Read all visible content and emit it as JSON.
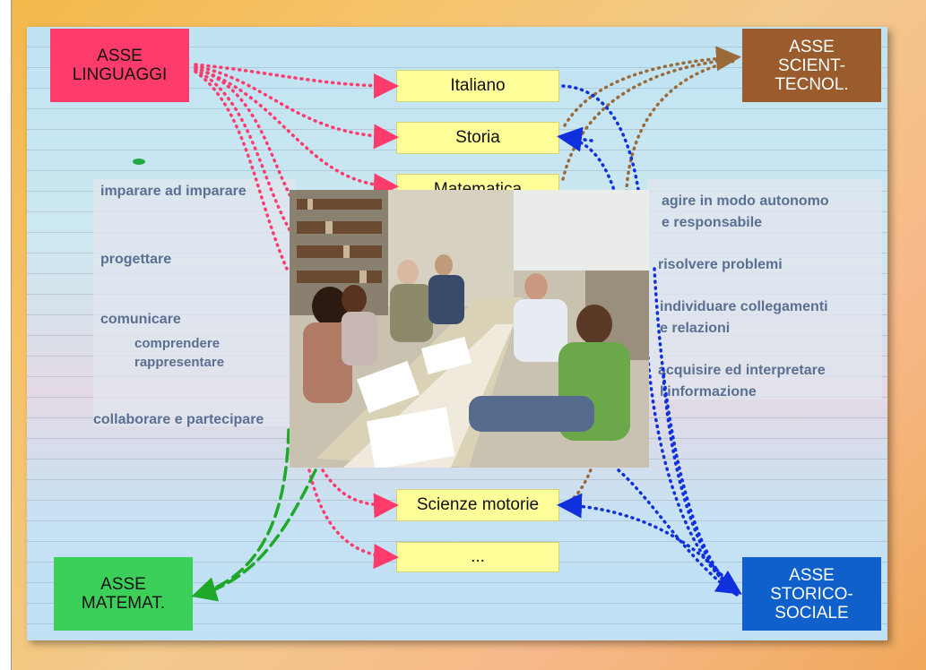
{
  "axes": {
    "linguaggi": {
      "label": "ASSE\nLINGUAGGI",
      "color": "#ff3b6b"
    },
    "scientifico": {
      "label": "ASSE\nSCIENT-\nTECNOL.",
      "color": "#9a5c2c"
    },
    "matematico": {
      "label": "ASSE\nMATEMAT.",
      "color": "#3ccf5a"
    },
    "storico": {
      "label": "ASSE\nSTORICO-\nSOCIALE",
      "color": "#1060cc"
    }
  },
  "subjects": [
    "Italiano",
    "Storia",
    "Matematica",
    "Scienze motorie",
    "..."
  ],
  "competences_left": {
    "c1": "imparare ad imparare",
    "c2": "progettare",
    "c3": "comunicare",
    "c3a": "comprendere",
    "c3b": "rappresentare",
    "c4": "collaborare e partecipare"
  },
  "competences_right": {
    "c1a": "agire in modo autonomo",
    "c1b": "e responsabile",
    "c2": "risolvere problemi",
    "c3a": "individuare collegamenti",
    "c3b": "e relazioni",
    "c4a": "acquisire ed interpretare",
    "c4b": "l'informazione"
  },
  "photo": {
    "subject": "group-meeting-photo"
  },
  "arrow_colors": {
    "pink": "#ff3b6b",
    "brown": "#9a6a3a",
    "blue": "#1030dd",
    "green": "#1fa82a"
  }
}
